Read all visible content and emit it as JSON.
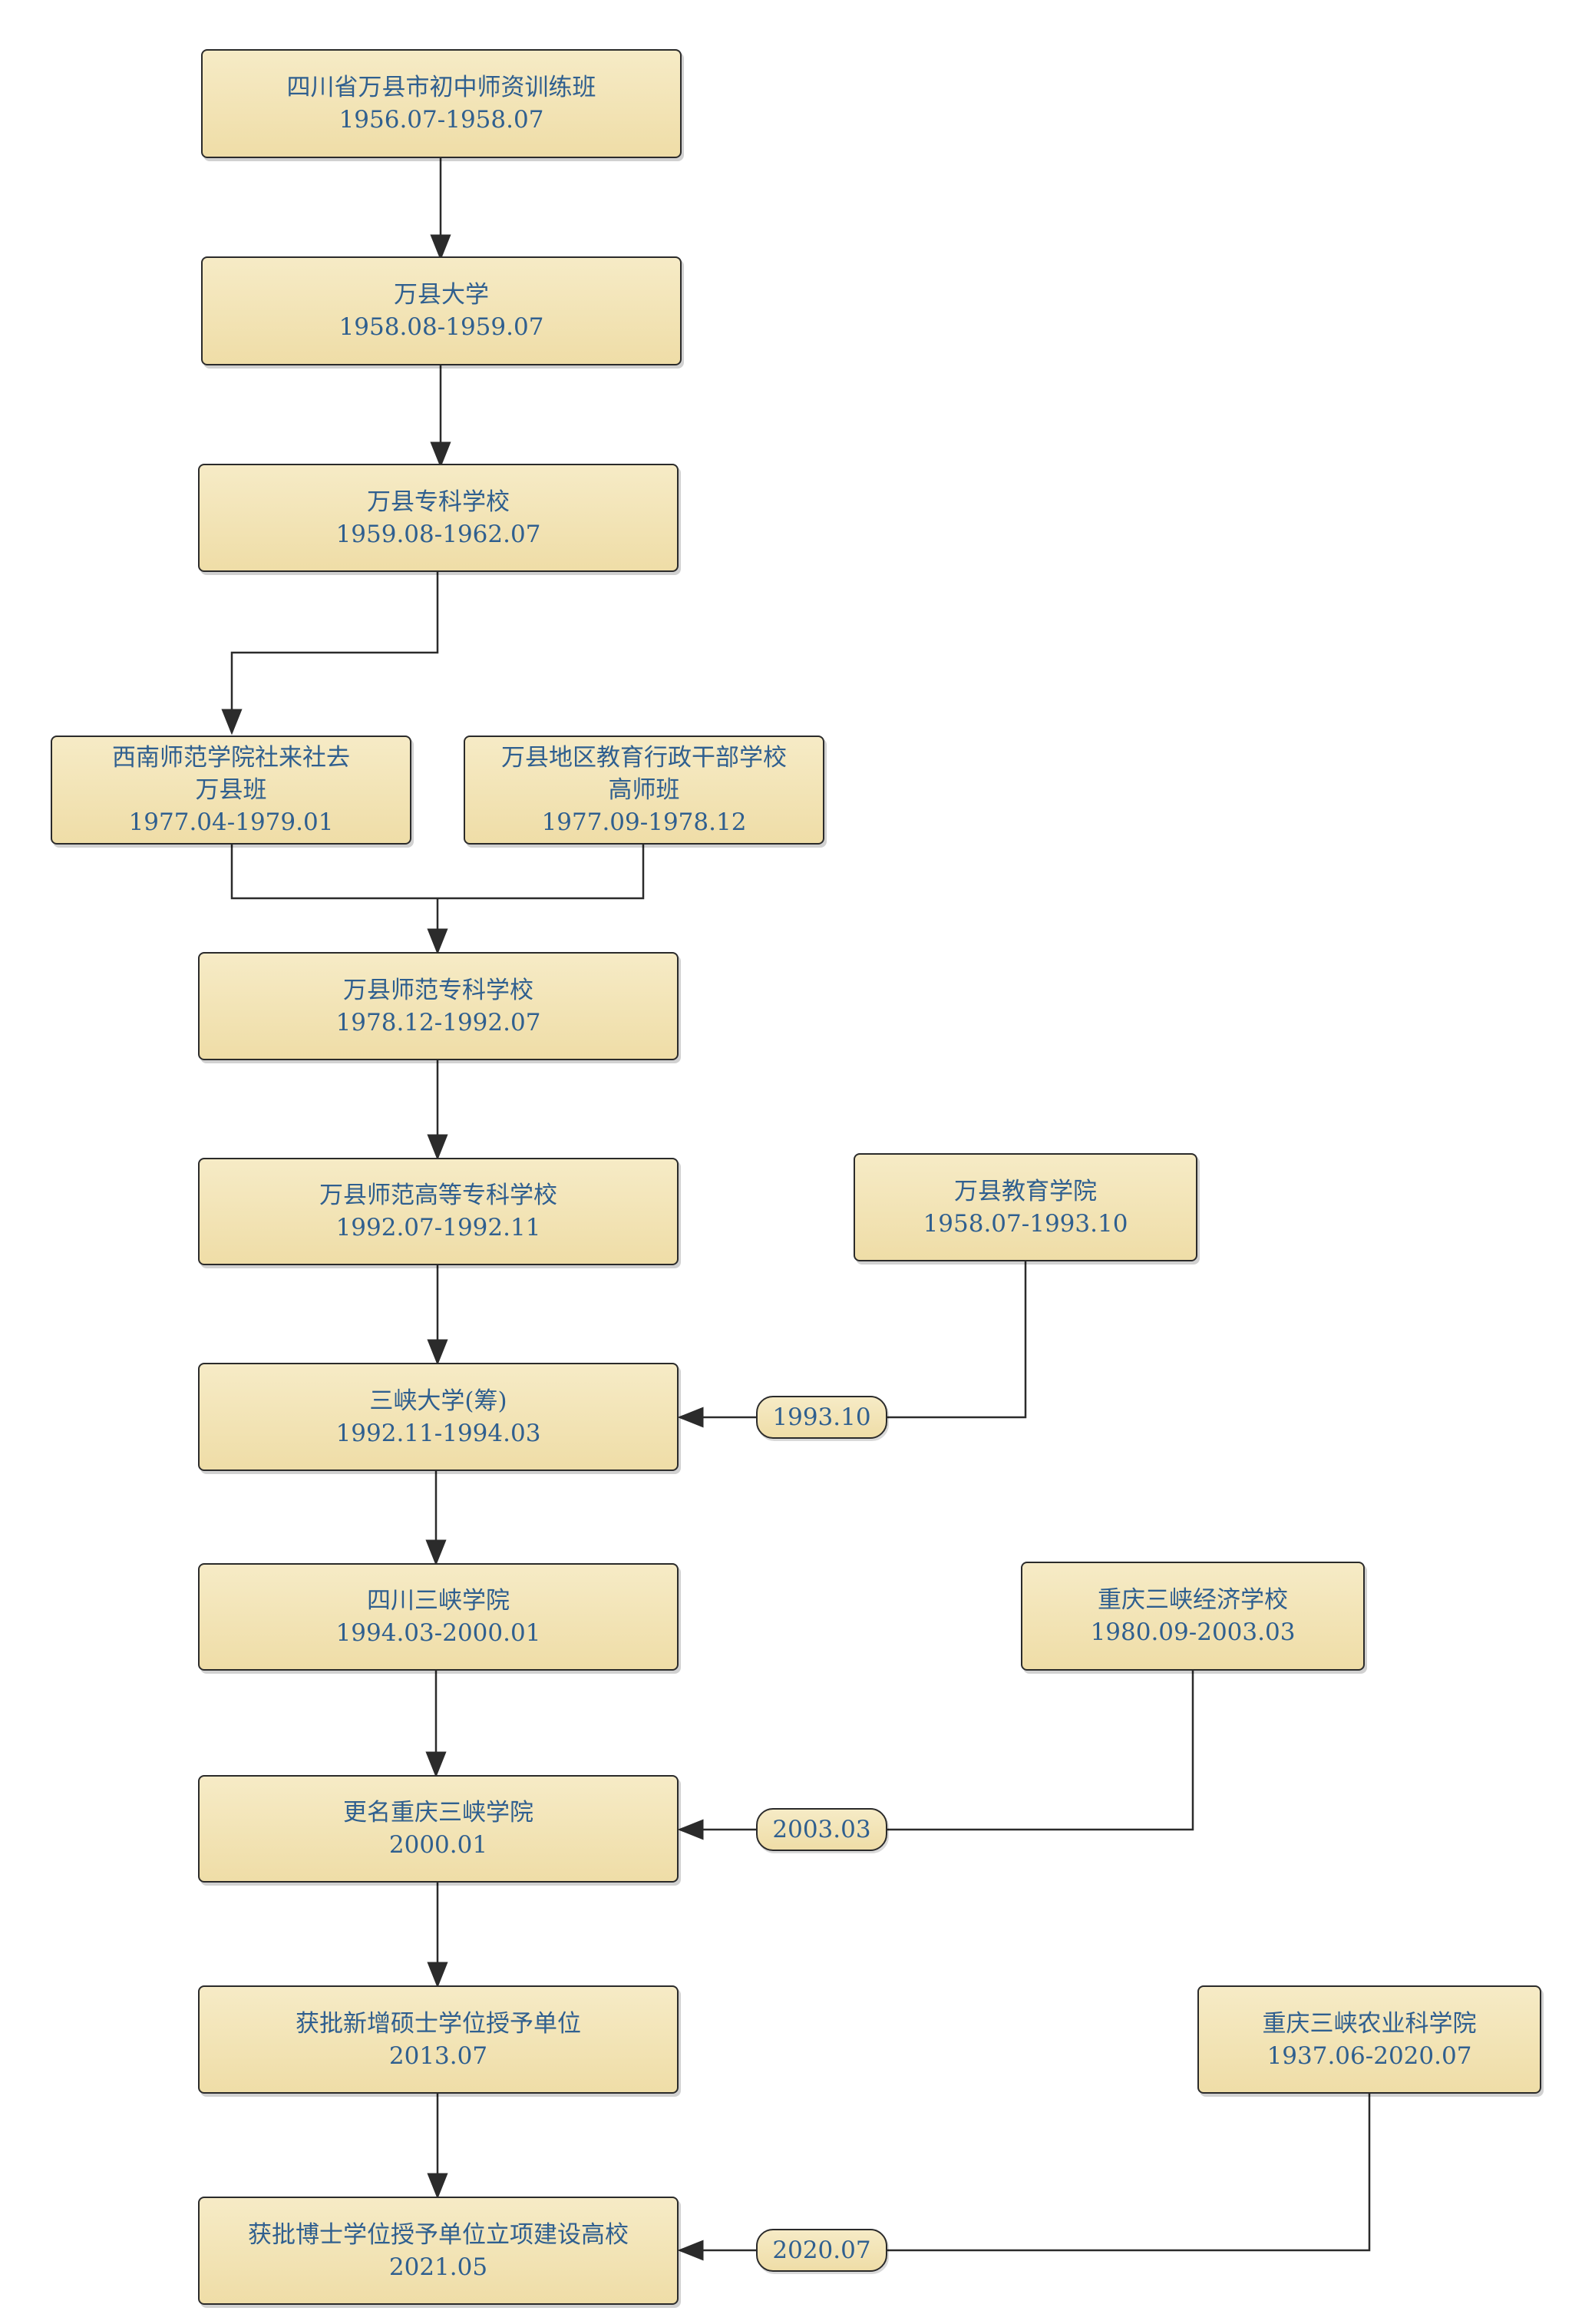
{
  "nodes": {
    "n1": {
      "title": "四川省万县市初中师资训练班",
      "dates": "1956.07-1958.07"
    },
    "n2": {
      "title": "万县大学",
      "dates": "1958.08-1959.07"
    },
    "n3": {
      "title": "万县专科学校",
      "dates": "1959.08-1962.07"
    },
    "n4": {
      "title": "西南师范学院社来社去",
      "title2": "万县班",
      "dates": "1977.04-1979.01"
    },
    "n5": {
      "title": "万县地区教育行政干部学校",
      "title2": "高师班",
      "dates": "1977.09-1978.12"
    },
    "n6": {
      "title": "万县师范专科学校",
      "dates": "1978.12-1992.07"
    },
    "n7": {
      "title": "万县师范高等专科学校",
      "dates": "1992.07-1992.11"
    },
    "n8": {
      "title": "万县教育学院",
      "dates": "1958.07-1993.10"
    },
    "n9": {
      "title": "三峡大学(筹)",
      "dates": "1992.11-1994.03"
    },
    "n10": {
      "title": "四川三峡学院",
      "dates": "1994.03-2000.01"
    },
    "n11": {
      "title": "重庆三峡经济学校",
      "dates": "1980.09-2003.03"
    },
    "n12": {
      "title": "更名重庆三峡学院",
      "dates": "2000.01"
    },
    "n13": {
      "title": "获批新增硕士学位授予单位",
      "dates": "2013.07"
    },
    "n14": {
      "title": "重庆三峡农业科学院",
      "dates": "1937.06-2020.07"
    },
    "n15": {
      "title": "获批博士学位授予单位立项建设高校",
      "dates": "2021.05"
    }
  },
  "merge_tags": {
    "t1": "1993.10",
    "t2": "2003.03",
    "t3": "2020.07"
  },
  "colors": {
    "box_fill": "#f2e3b3",
    "box_border": "#2b2b2b",
    "text": "#2f5f8f",
    "connector": "#2b2b2b"
  }
}
